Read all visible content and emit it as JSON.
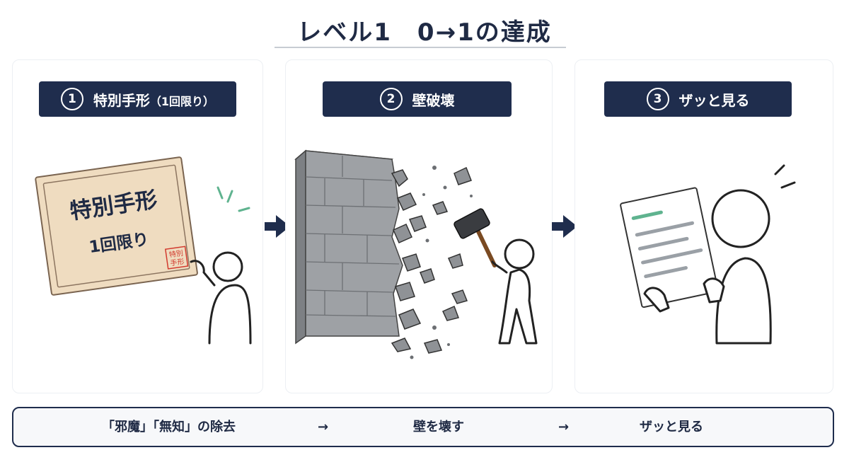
{
  "title": "レベル1　0→1の達成",
  "steps": [
    {
      "number": "1",
      "label": "特別手形",
      "label_note": "（1回限り）"
    },
    {
      "number": "2",
      "label": "壁破壊"
    },
    {
      "number": "3",
      "label": "ザッと見る"
    }
  ],
  "certificate": {
    "line1": "特別手形",
    "line2": "1回限り",
    "stamp_line1": "特別",
    "stamp_line2": "手形"
  },
  "summary": {
    "item1": "「邪魔」「無知」の除去",
    "arrow1": "→",
    "item2": "壁を壊す",
    "arrow2": "→",
    "item3": "ザッと見る"
  },
  "colors": {
    "navy": "#1f2d4d",
    "accent_green": "#5fb38f",
    "paper": "#efdcc0",
    "stamp_red": "#d23a2e",
    "wall_gray": "#9ea1a5"
  }
}
